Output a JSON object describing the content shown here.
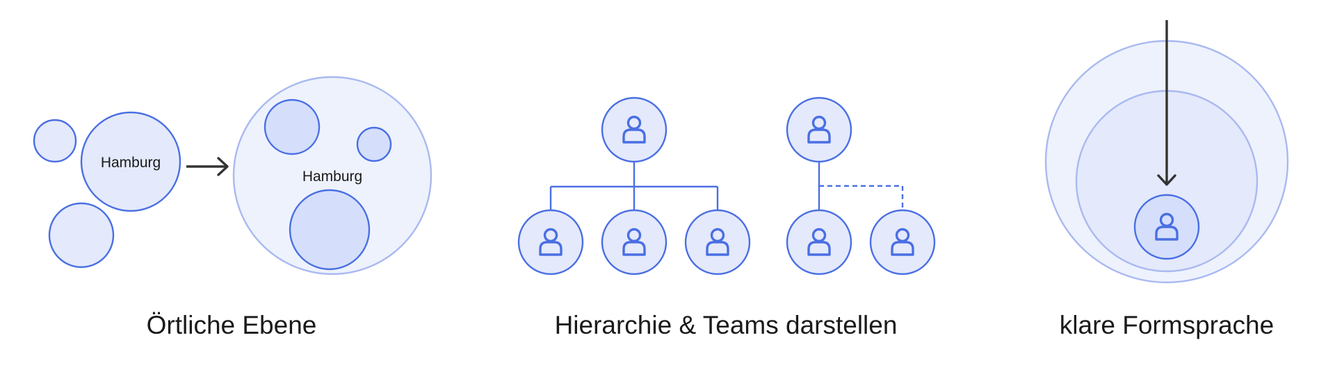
{
  "colors": {
    "stroke_blue": "#4a6fe3",
    "fill_light": "#e4e9fb",
    "fill_mid": "#d5dffb",
    "fill_outer": "#eef2fd",
    "stroke_soft": "#a9b9f0",
    "icon_blue": "#4a6fe3",
    "arrow_dark": "#333333"
  },
  "panels": {
    "local": {
      "caption": "Örtliche Ebene",
      "left_bubble_label": "Hamburg",
      "merged_bubble_label": "Hamburg"
    },
    "hierarchy": {
      "caption": "Hierarchie & Teams darstellen"
    },
    "shape": {
      "caption": "klare Formsprache"
    }
  },
  "icons": {
    "person": "person-icon",
    "arrow": "arrow-right-icon",
    "arrow_down": "arrow-down-icon"
  }
}
